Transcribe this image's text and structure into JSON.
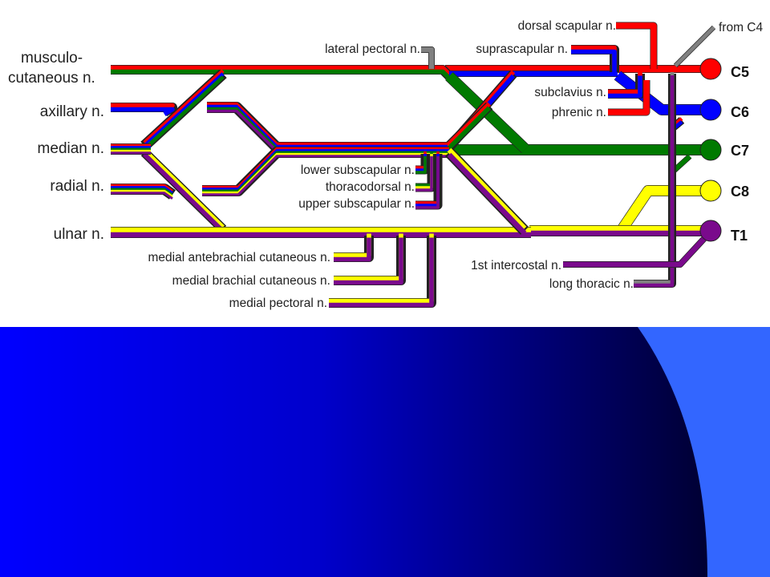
{
  "colors": {
    "c5": "#ff0000",
    "c6": "#0000ff",
    "c7": "#007a00",
    "c8": "#ffff00",
    "t1": "#7a0a8c",
    "grey": "#808080",
    "outline": "#222222",
    "panel_dark": "#000033",
    "panel_blue": "#0000ff",
    "panel_light": "#3366ff"
  },
  "roots": [
    "C5",
    "C6",
    "C7",
    "C8",
    "T1"
  ],
  "left_nerves": {
    "musculocutaneous_line1": "musculo-",
    "musculocutaneous_line2": "cutaneous n.",
    "axillary": "axillary n.",
    "median": "median n.",
    "radial": "radial n.",
    "ulnar": "ulnar n."
  },
  "branches": {
    "dorsal_scapular": "dorsal scapular n.",
    "from_c4": "from C4",
    "lateral_pectoral": "lateral pectoral n.",
    "suprascapular": "suprascapular n.",
    "subclavius": "subclavius n.",
    "phrenic": "phrenic n.",
    "lower_subscapular": "lower subscapular n.",
    "thoracodorsal": "thoracodorsal n.",
    "upper_subscapular": "upper subscapular n.",
    "medial_antebrachial": "medial antebrachial cutaneous n.",
    "medial_brachial": "medial brachial cutaneous n.",
    "medial_pectoral": "medial pectoral n.",
    "first_intercostal": "1st intercostal n.",
    "long_thoracic": "long thoracic n."
  }
}
